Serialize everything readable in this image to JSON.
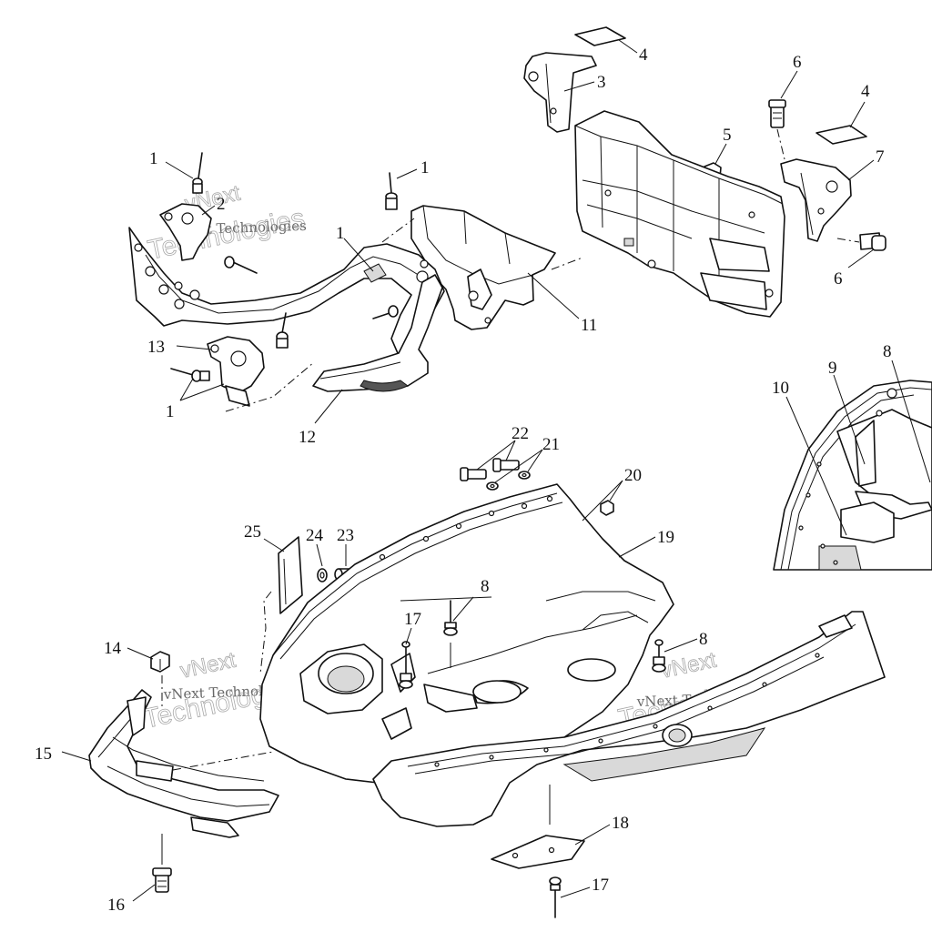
{
  "callouts": [
    {
      "id": "c1a",
      "text": "1"
    },
    {
      "id": "c1b",
      "text": "1"
    },
    {
      "id": "c1c",
      "text": "1"
    },
    {
      "id": "c1d",
      "text": "1"
    },
    {
      "id": "c2",
      "text": "2"
    },
    {
      "id": "c3",
      "text": "3"
    },
    {
      "id": "c4a",
      "text": "4"
    },
    {
      "id": "c4b",
      "text": "4"
    },
    {
      "id": "c5",
      "text": "5"
    },
    {
      "id": "c6a",
      "text": "6"
    },
    {
      "id": "c6b",
      "text": "6"
    },
    {
      "id": "c7",
      "text": "7"
    },
    {
      "id": "c8a",
      "text": "8"
    },
    {
      "id": "c8b",
      "text": "8"
    },
    {
      "id": "c8c",
      "text": "8"
    },
    {
      "id": "c9",
      "text": "9"
    },
    {
      "id": "c10",
      "text": "10"
    },
    {
      "id": "c11",
      "text": "11"
    },
    {
      "id": "c12",
      "text": "12"
    },
    {
      "id": "c13",
      "text": "13"
    },
    {
      "id": "c14",
      "text": "14"
    },
    {
      "id": "c15",
      "text": "15"
    },
    {
      "id": "c16",
      "text": "16"
    },
    {
      "id": "c17a",
      "text": "17"
    },
    {
      "id": "c17b",
      "text": "17"
    },
    {
      "id": "c18",
      "text": "18"
    },
    {
      "id": "c19",
      "text": "19"
    },
    {
      "id": "c20",
      "text": "20"
    },
    {
      "id": "c21",
      "text": "21"
    },
    {
      "id": "c22",
      "text": "22"
    },
    {
      "id": "c23",
      "text": "23"
    },
    {
      "id": "c24",
      "text": "24"
    },
    {
      "id": "c25",
      "text": "25"
    }
  ],
  "watermark": {
    "line1": "vNext",
    "line2": "vNext Technologies",
    "line3": "Technologies"
  }
}
